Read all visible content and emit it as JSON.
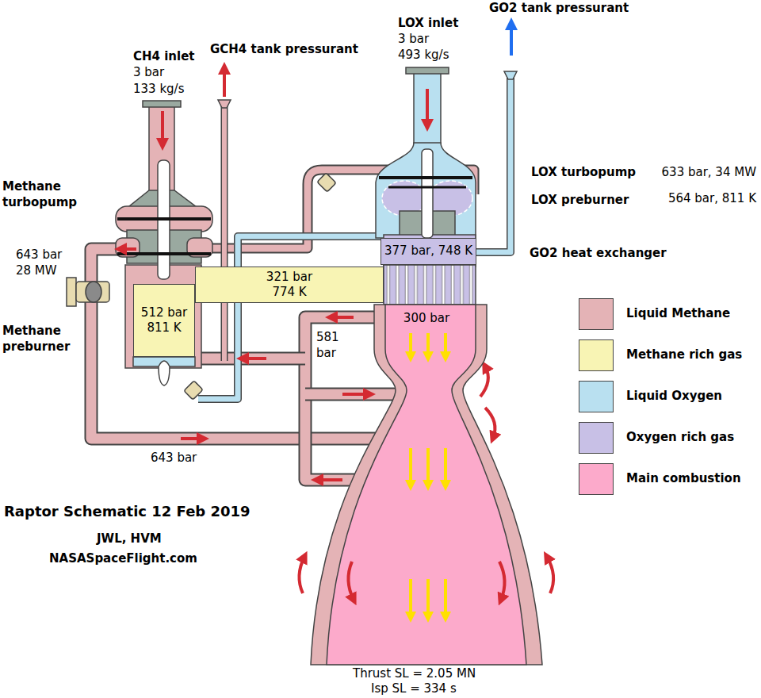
{
  "diagram": {
    "title": "Raptor Schematic 12 Feb 2019",
    "nodes": [
      {
        "text": [
          "512 bar 811 K"
        ]
      },
      {
        "text": [
          "321 bar 774 K"
        ]
      },
      {
        "text": [
          "377 bar, 748 K"
        ]
      },
      {
        "text": [
          "300 bar"
        ]
      }
    ],
    "labels": [
      "CH4 inlet",
      "3 bar",
      "133 kg/s",
      "GCH4 tank pressurant",
      "LOX inlet",
      "3 bar",
      "493 kg/s",
      "GO2 tank pressurant",
      "Methane turbopump",
      "643 bar",
      "28 MW",
      "Methane preburner",
      "LOX turbopump",
      "633 bar, 34 MW",
      "LOX preburner",
      "564 bar, 811 K",
      "GO2 heat exchanger",
      "581 bar",
      "643 bar",
      "JWL, HVM",
      "NASASpaceFlight.com",
      "Thrust SL = 2.05 MN",
      "Isp SL = 334 s"
    ],
    "legend": [
      {
        "text": "Liquid Methane",
        "color": "#e4b3b6"
      },
      {
        "text": "Methane rich gas",
        "color": "#f8f4b4"
      },
      {
        "text": "Liquid Oxygen",
        "color": "#b9e0f0"
      },
      {
        "text": "Oxygen rich gas",
        "color": "#c8c0e6"
      },
      {
        "text": "Main combustion",
        "color": "#fcaacb"
      }
    ]
  }
}
